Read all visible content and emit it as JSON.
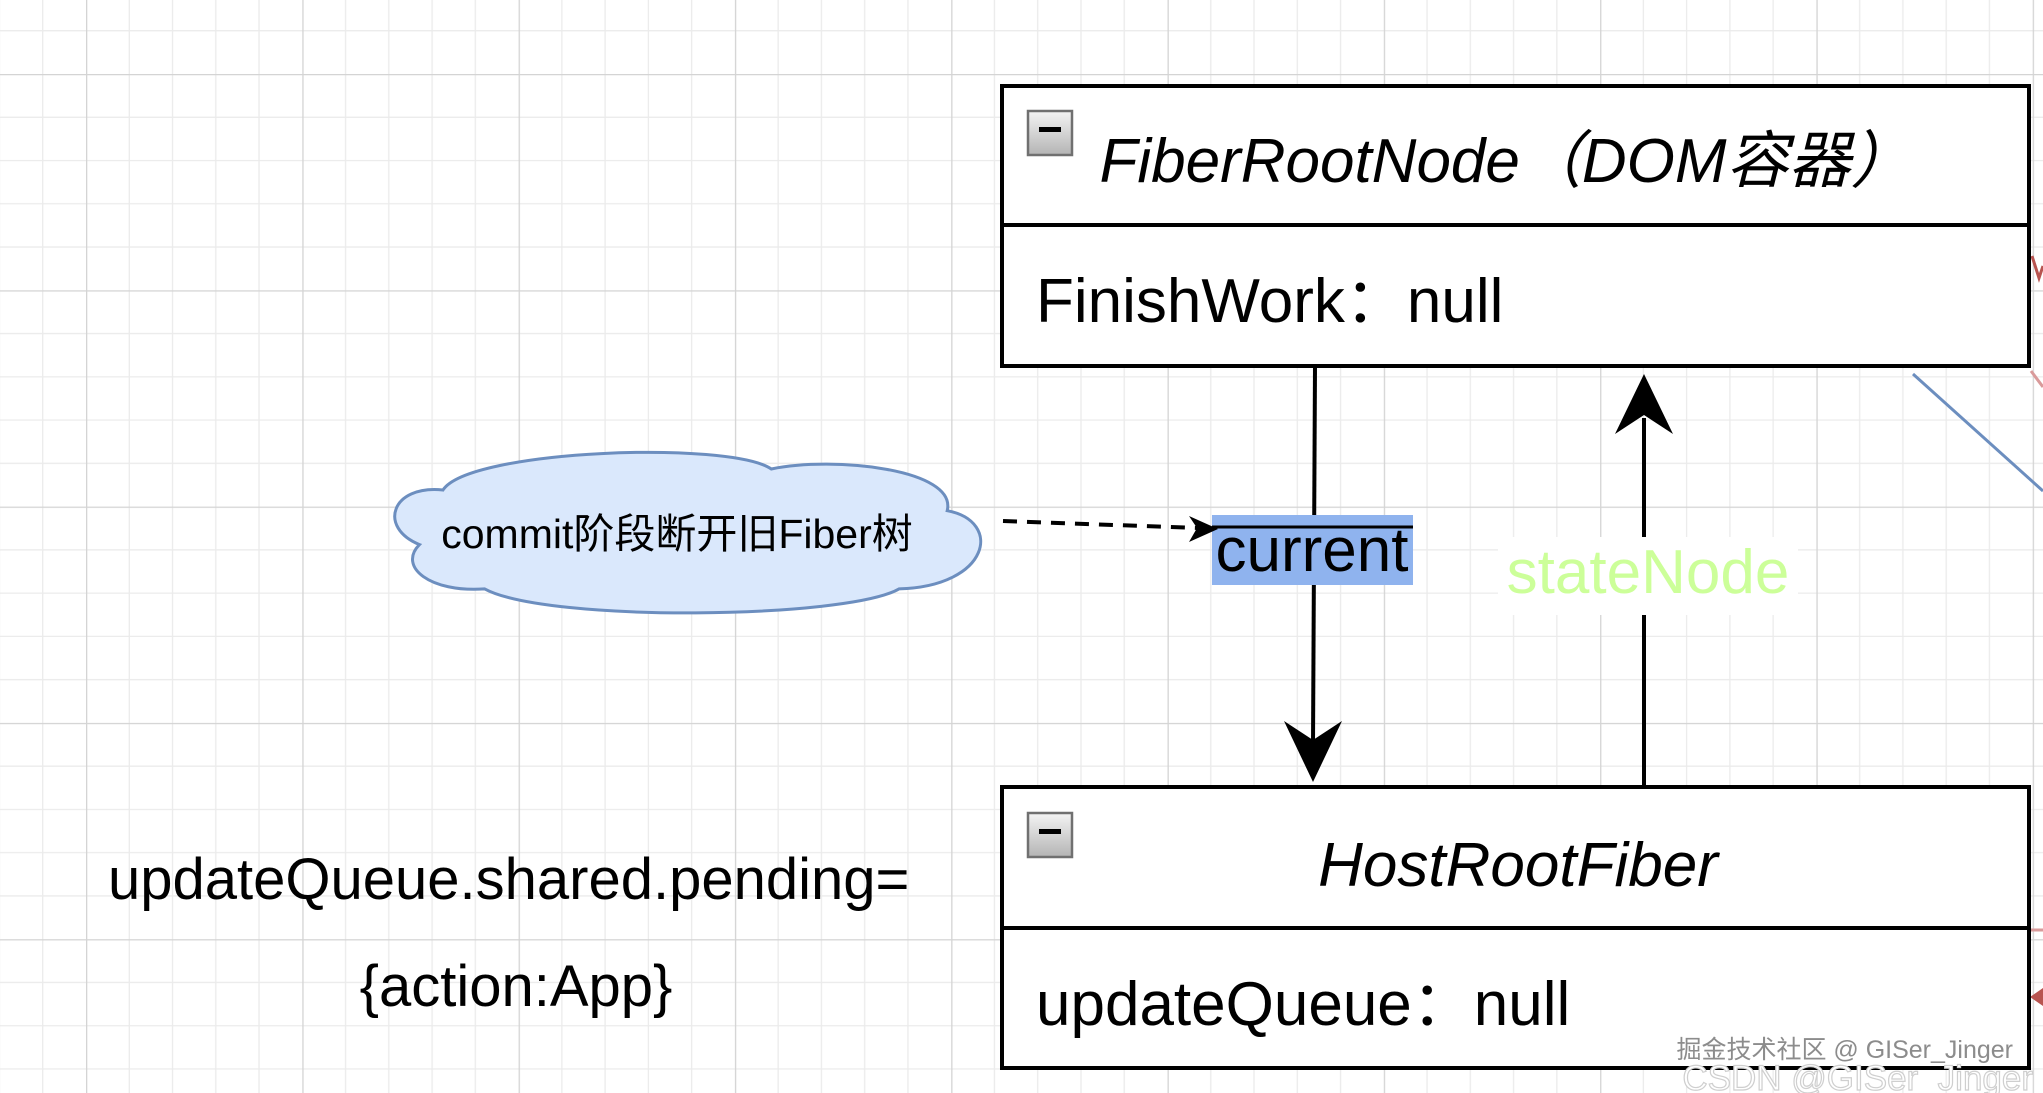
{
  "canvas": {
    "grid": true,
    "grid_minor_color": "#ebebeb",
    "grid_major_color": "#d4d4d4"
  },
  "nodes": {
    "fiber_root_node": {
      "title": "FiberRootNode（DOM容器）",
      "field": "FinishWork：null",
      "collapse_icon": "minus-icon",
      "stroke": "#000000"
    },
    "host_root_fiber": {
      "title": "HostRootFiber",
      "field": "updateQueue：null",
      "collapse_icon": "minus-icon",
      "stroke": "#000000"
    },
    "cloud": {
      "text": "commit阶段断开旧Fiber树",
      "fill": "#dae8fc",
      "stroke": "#6c8ebf"
    }
  },
  "edges": {
    "current": {
      "label": "current",
      "label_background": "#8fb3ee"
    },
    "state_node": {
      "label": "stateNode",
      "label_color": "#ccff99"
    }
  },
  "note": {
    "line1": "updateQueue.shared.pending=",
    "line2": "{action:App}"
  },
  "watermark": {
    "primary": "掘金技术社区 @ GISer_Jinger",
    "secondary": "CSDN @GISer_Jinger"
  }
}
